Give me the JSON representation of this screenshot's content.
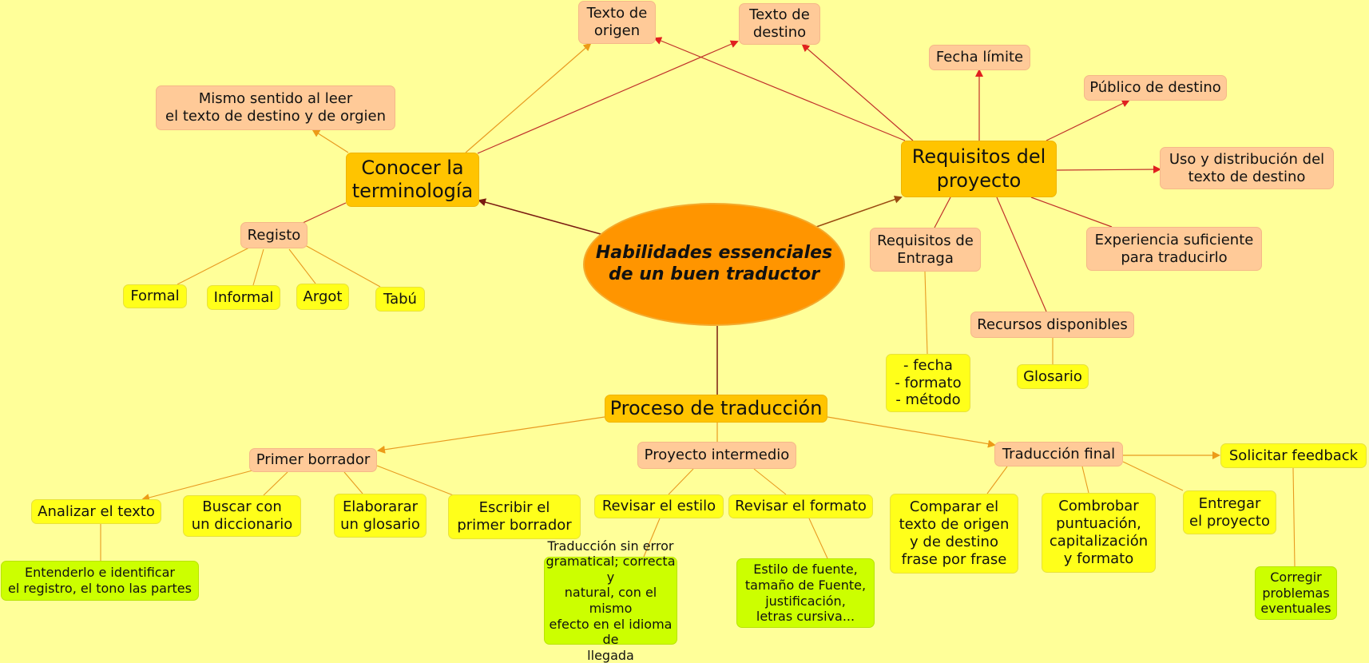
{
  "center": {
    "label": "Habilidades essenciales\nde un buen traductor"
  },
  "nodes": {
    "conocer": "Conocer la\nterminología",
    "requisitos": "Requisitos del\nproyecto",
    "proceso": "Proceso de traducción",
    "texto_origen": "Texto de\norigen",
    "texto_destino": "Texto de\ndestino",
    "mismo_sentido": "Mismo sentido al leer\nel texto de destino y de orgien",
    "registo": "Registo",
    "formal": "Formal",
    "informal": "Informal",
    "argot": "Argot",
    "tabu": "Tabú",
    "fecha_limite": "Fecha límite",
    "publico": "Público de destino",
    "uso": "Uso y distribución del\ntexto de destino",
    "experiencia": "Experiencia suficiente\npara traducirlo",
    "req_entraga": "Requisitos de\nEntraga",
    "fecha_formato": "- fecha\n- formato\n- método",
    "recursos": "Recursos disponibles",
    "glosario": "Glosario",
    "primer_borrador": "Primer borrador",
    "proyecto_intermedio": "Proyecto intermedio",
    "traduccion_final": "Traducción final",
    "solicitar": "Solicitar feedback",
    "analizar": "Analizar el texto",
    "buscar": "Buscar con\nun diccionario",
    "elaborar": "Elaborarar\nun glosario",
    "escribir": "Escribir el\nprimer borrador",
    "entenderlo": "Entenderlo e identificar\nel registro, el tono las partes",
    "revisar_estilo": "Revisar el estilo",
    "revisar_formato": "Revisar el formato",
    "traduccion_sin_error": "Traducción sin error\ngramatical; correcta y\nnatural, con el mismo\nefecto en el idioma de\nllegada",
    "estilo_fuente": "Estilo de fuente,\ntamaño de Fuente,\njustificación,\nletras cursiva...",
    "comparar": "Comparar el\ntexto de origen\ny de destino\nfrase por frase",
    "comprobar": "Combrobar\npuntuación,\ncapitalización\ny formato",
    "entregar": "Entregar\nel proyecto",
    "corregir": "Corregir\nproblemas\neventuales"
  },
  "colors": {
    "background": "#ffff99",
    "center_fill": "#ff9500",
    "main_fill": "#ffc400",
    "sub_fill": "#ffca98",
    "leaf_fill": "#ffff1a",
    "detail_fill": "#ccff00",
    "line_dark": "#7a1a10",
    "line_red": "#d9342a",
    "line_orange": "#e89a20"
  }
}
